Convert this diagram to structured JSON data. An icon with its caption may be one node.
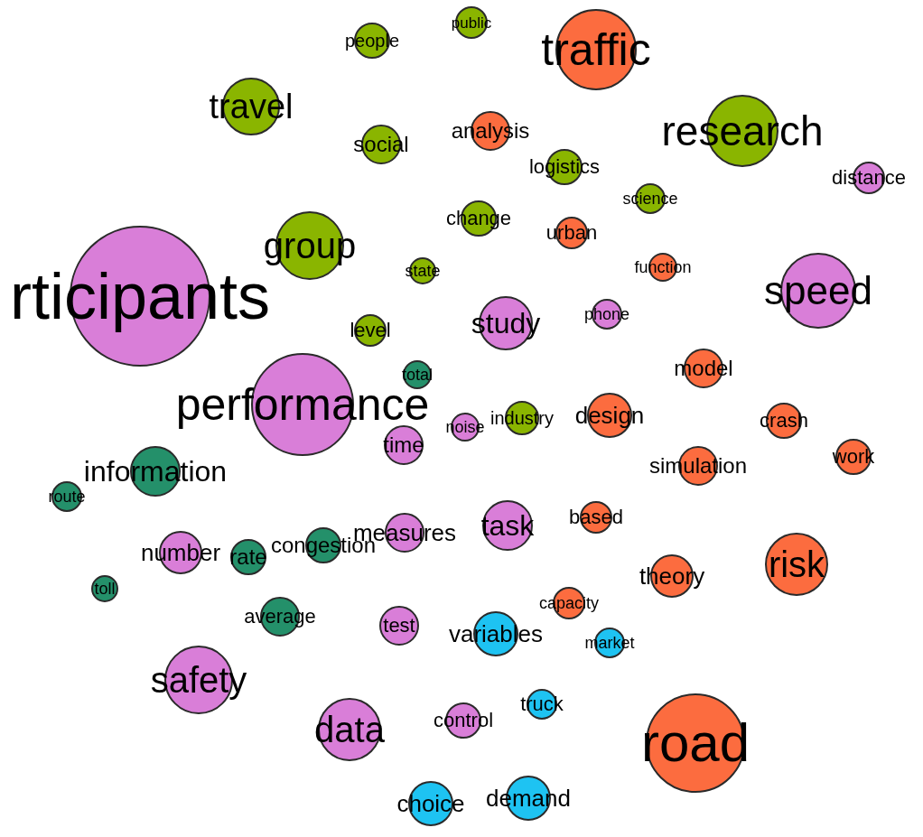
{
  "diagram": {
    "nodes": [
      {
        "text": [
          "people"
        ]
      },
      {
        "text": [
          "public"
        ]
      },
      {
        "text": [
          "traffic"
        ]
      },
      {
        "text": [
          "travel"
        ]
      },
      {
        "text": [
          "research"
        ]
      },
      {
        "text": [
          "social"
        ]
      },
      {
        "text": [
          "analysis"
        ]
      },
      {
        "text": [
          "logistics"
        ]
      },
      {
        "text": [
          "distance"
        ]
      },
      {
        "text": [
          "science"
        ]
      },
      {
        "text": [
          "change"
        ]
      },
      {
        "text": [
          "urban"
        ]
      },
      {
        "text": [
          "group"
        ]
      },
      {
        "text": [
          "function"
        ]
      },
      {
        "text": [
          "rticipants"
        ]
      },
      {
        "text": [
          "state"
        ]
      },
      {
        "text": [
          "speed"
        ]
      },
      {
        "text": [
          "phone"
        ]
      },
      {
        "text": [
          "study"
        ]
      },
      {
        "text": [
          "level"
        ]
      },
      {
        "text": [
          "total"
        ]
      },
      {
        "text": [
          "model"
        ]
      },
      {
        "text": [
          "performance"
        ]
      },
      {
        "text": [
          "industry"
        ]
      },
      {
        "text": [
          "noise"
        ]
      },
      {
        "text": [
          "design"
        ]
      },
      {
        "text": [
          "crash"
        ]
      },
      {
        "text": [
          "time"
        ]
      },
      {
        "text": [
          "information"
        ]
      },
      {
        "text": [
          "work"
        ]
      },
      {
        "text": [
          "simulation"
        ]
      },
      {
        "text": [
          "route"
        ]
      },
      {
        "text": [
          "task"
        ]
      },
      {
        "text": [
          "measures"
        ]
      },
      {
        "text": [
          "congestion"
        ]
      },
      {
        "text": [
          "based"
        ]
      },
      {
        "text": [
          "number"
        ]
      },
      {
        "text": [
          "rate"
        ]
      },
      {
        "text": [
          "theory"
        ]
      },
      {
        "text": [
          "risk"
        ]
      },
      {
        "text": [
          "toll"
        ]
      },
      {
        "text": [
          "capacity"
        ]
      },
      {
        "text": [
          "average"
        ]
      },
      {
        "text": [
          "test"
        ]
      },
      {
        "text": [
          "variables"
        ]
      },
      {
        "text": [
          "market"
        ]
      },
      {
        "text": [
          "safety"
        ]
      },
      {
        "text": [
          "truck"
        ]
      },
      {
        "text": [
          "control"
        ]
      },
      {
        "text": [
          "data"
        ]
      },
      {
        "text": [
          "road"
        ]
      },
      {
        "text": [
          "choice"
        ]
      },
      {
        "text": [
          "demand"
        ]
      }
    ]
  }
}
